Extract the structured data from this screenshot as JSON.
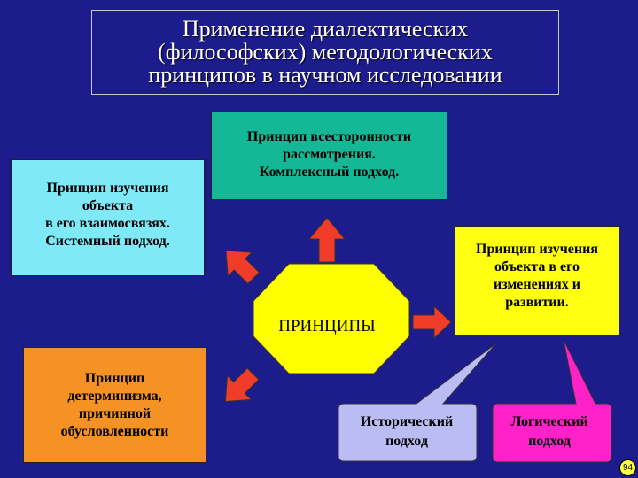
{
  "title": "Применение диалектических\n(философских) методологических\nпринципов в научном исследовании",
  "center": {
    "label": "ПРИНЦИПЫ"
  },
  "principles": {
    "systemic": "Принцип изучения\nобъекта\nв его взаимосвязях.\nСистемный подход.",
    "complex": "Принцип всесторонности\nрассмотрения.\nКомплексный подход.",
    "development": "Принцип изучения\nобъекта в его\nизменениях и\nразвитии.",
    "determinism": "Принцип\nдетерминизма,\nпричинной\nобусловленности"
  },
  "callouts": {
    "historical": "Исторический\nподход",
    "logical": "Логический\nподход"
  },
  "page_number": "94",
  "colors": {
    "background": "#1c1c8c",
    "systemic": "#7fe9f7",
    "complex": "#14b896",
    "development": "#ffff12",
    "determinism": "#f59224",
    "center": "#ffff00",
    "arrow": "#f03c28",
    "historical": "#bcbcf4",
    "logical": "#ff22c8"
  },
  "icons": {
    "arrow": "arrow-icon"
  }
}
